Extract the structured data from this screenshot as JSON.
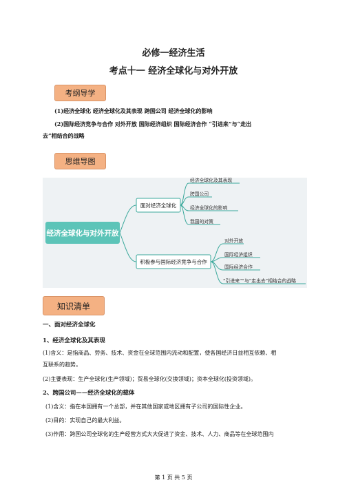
{
  "header": {
    "title": "必修一经济生活",
    "subtitle": "考点十一  经济全球化与对外开放"
  },
  "badges": {
    "outline": "考纲导学",
    "mindmap": "思维导图",
    "knowledge": "知识清单"
  },
  "outline": {
    "line1": "(1)经济全球化   经济全球化及其表现   跨国公司   经济全球化的影响",
    "line2": "(2)国际经济竞争与合作   对外开放   国际经济组织   国际经济合作   “引进来”与“走出",
    "line3": "去”相结合的战略"
  },
  "mindmap": {
    "center": "经济全球化与对外开放",
    "branch1": {
      "label": "面对经济全球化",
      "leaves": [
        "经济全球化及其表现",
        "跨国公司",
        "经济全球化的影响",
        "我国的对策"
      ]
    },
    "branch2": {
      "label": "积极参与国际经济竞争与合作",
      "leaves": [
        "对外开放",
        "国际经济组织",
        "国际经济合作",
        "“引进来”“与”走出去”相结合的战略"
      ]
    },
    "colors": {
      "center": "#5cc4b8",
      "stroke": "#3aa89b",
      "background": "#eef2f4"
    }
  },
  "content": {
    "section1": "一、面对经济全球化",
    "sub1": "1、经济全球化及其表现",
    "p1a": "(1)含义：是指商品、劳务、技术、资金在全球范围内流动和配置，使各国经济日益相互依赖、相",
    "p1b": "互联系的趋势。",
    "p2": "(2)主要表现：生产全球化(生产领域)；贸易全球化(交换领域)；资本全球化(投资领域)。",
    "sub2": "2、跨国公司——经济全球化的载体",
    "p3": "(1)含义：指在本国拥有一个总部，并在其他国家或地区拥有子公司的国际性企业。",
    "p4": "(2)目的：实现自己的最大利益。",
    "p5": "(3)作用：跨国公司全球化的生产经营方式大大促进了资金、技术、人力、商品等在全球范围内"
  },
  "footer": {
    "page": "第 1 页  共 5 页"
  }
}
